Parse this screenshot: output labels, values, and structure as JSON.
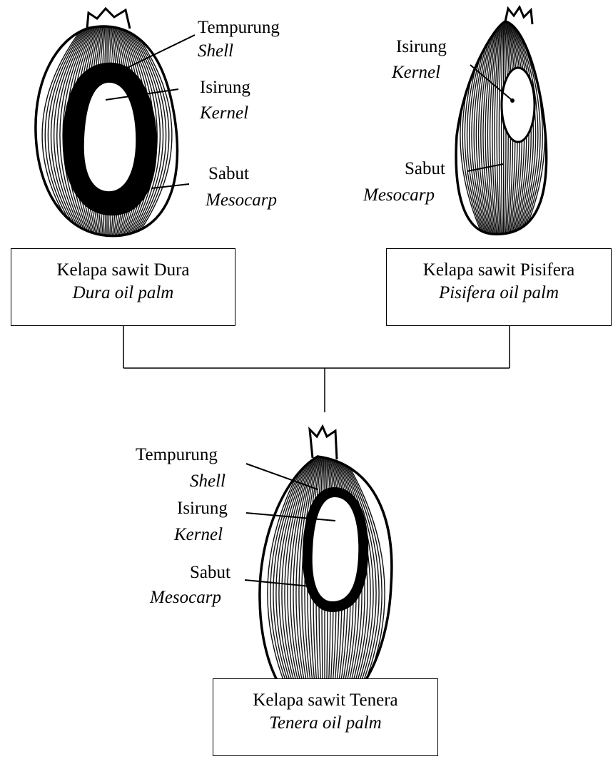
{
  "dura": {
    "shell_label": "Tempurung",
    "shell_en": "Shell",
    "kernel_label": "Isirung",
    "kernel_en": "Kernel",
    "mesocarp_label": "Sabut",
    "mesocarp_en": "Mesocarp",
    "box_title": "Kelapa sawit Dura",
    "box_en": "Dura oil palm"
  },
  "pisifera": {
    "kernel_label": "Isirung",
    "kernel_en": "Kernel",
    "mesocarp_label": "Sabut",
    "mesocarp_en": "Mesocarp",
    "box_title": "Kelapa sawit Pisifera",
    "box_en": "Pisifera oil palm"
  },
  "tenera": {
    "shell_label": "Tempurung",
    "shell_en": "Shell",
    "kernel_label": "Isirung",
    "kernel_en": "Kernel",
    "mesocarp_label": "Sabut",
    "mesocarp_en": "Mesocarp",
    "box_title": "Kelapa sawit Tenera",
    "box_en": "Tenera oil palm"
  }
}
